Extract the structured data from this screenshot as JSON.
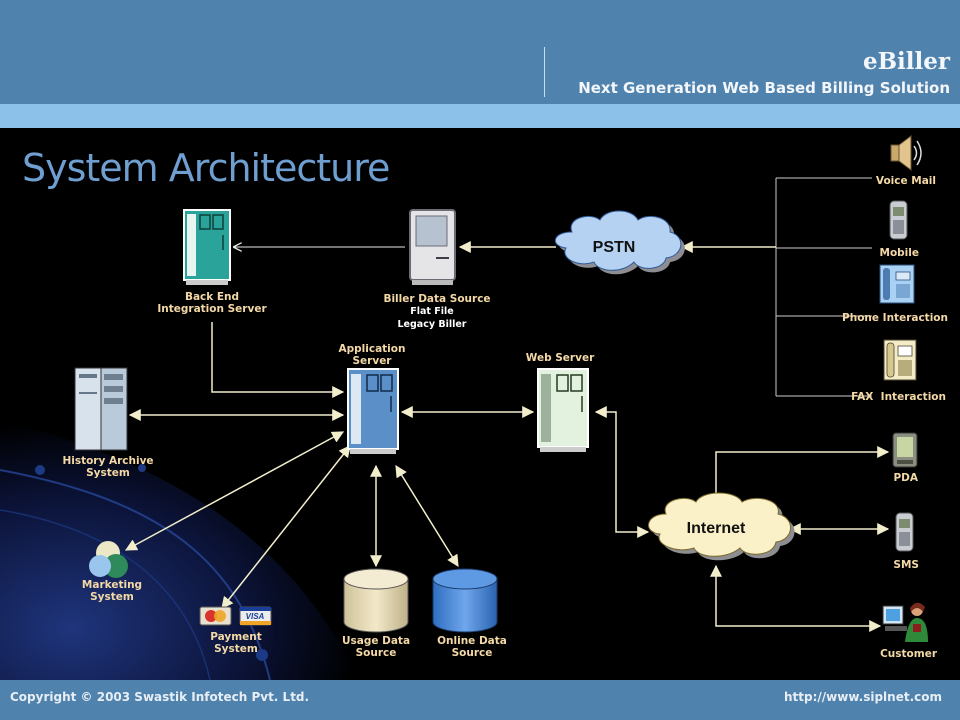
{
  "header": {
    "brand": "eBiller",
    "tagline": "Next Generation Web Based Billing Solution"
  },
  "slide": {
    "title": "System Architecture"
  },
  "nodes": {
    "back_end": "Back End\nIntegration Server",
    "biller_source": "Biller Data Source",
    "biller_flat": "Flat File",
    "biller_legacy": "Legacy Biller",
    "pstn": "PSTN",
    "voice_mail": "Voice Mail",
    "mobile": "Mobile",
    "phone": "Phone Interaction",
    "fax": "FAX  Interaction",
    "app_server": "Application\nServer",
    "web_server": "Web Server",
    "history": "History Archive\nSystem",
    "marketing": "Marketing\nSystem",
    "payment": "Payment\nSystem",
    "usage": "Usage Data\nSource",
    "online": "Online Data\nSource",
    "internet": "Internet",
    "pda": "PDA",
    "sms": "SMS",
    "customer": "Customer"
  },
  "footer": {
    "copyright": "Copyright © 2003  Swastik Infotech  Pvt. Ltd.",
    "url": "http://www.siplnet.com"
  },
  "colors": {
    "header": "#4f82ad",
    "stripe": "#8cc1ea",
    "title": "#6f9ed0",
    "label": "#f4d9a6",
    "arrow": "#f2eecc"
  }
}
